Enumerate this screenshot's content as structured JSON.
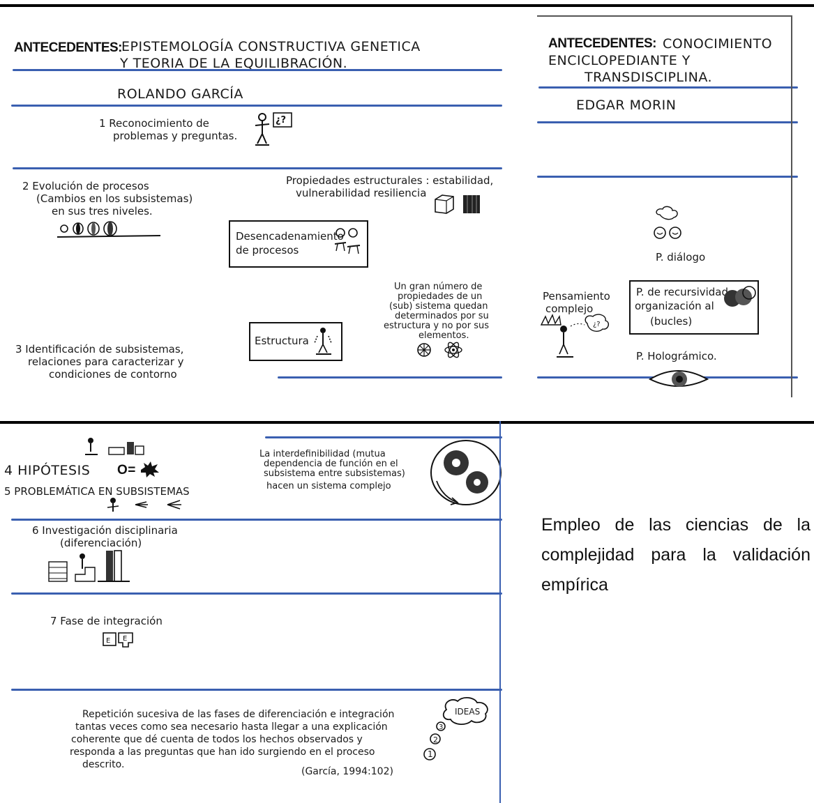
{
  "panel_garcia": {
    "label": "ANTECEDENTES:",
    "title_line1": "EPISTEMOLOGÍA CONSTRUCTIVA GENETICA",
    "title_line2": "Y TEORIA DE LA EQUILIBRACIÓN.",
    "author": "ROLANDO GARCÍA",
    "step1": "1  Reconocimiento de",
    "step1_b": "problemas y preguntas.",
    "bubble1": "¿?",
    "step2_a": "2  Evolución de procesos",
    "step2_b": "(Cambios en los subsistemas)",
    "step2_c": "en sus tres niveles.",
    "props_a": "Propiedades estructurales : estabilidad,",
    "props_b": "vulnerabilidad resiliencia",
    "desenc_a": "Desencadenamiento",
    "desenc_b": "de procesos",
    "gran_a": "Un gran número de",
    "gran_b": "propiedades de un",
    "gran_c": "(sub) sistema quedan",
    "gran_d": "determinados por su",
    "gran_e": "estructura y no por sus",
    "gran_f": "elementos.",
    "estructura": "Estructura",
    "step3_a": "3  Identificación de subsistemas,",
    "step3_b": "relaciones para caracterizar y",
    "step3_c": "condiciones de contorno"
  },
  "panel_morin": {
    "label": "ANTECEDENTES:",
    "title_line1": "CONOCIMIENTO",
    "title_line2": "ENCICLOPEDIANTE     Y",
    "title_line3": "TRANSDISCIPLINA.",
    "author": "EDGAR  MORIN",
    "dialogo": "P. diálogo",
    "pensamiento_a": "Pensamiento",
    "pensamiento_b": "complejo",
    "recur_a": "P. de recursividad",
    "recur_b": "organización al",
    "recur_c": "(bucles)",
    "holo": "P. Holográmico."
  },
  "panel_lower": {
    "step4": "4  HIPÓTESIS",
    "step4_eq": "O=",
    "step5": "5  PROBLEMÁTICA EN SUBSISTEMAS",
    "inter_a": "La interdefinibilidad (mutua",
    "inter_b": "dependencia de función en el",
    "inter_c": "subsistema entre subsistemas)",
    "inter_d": "hacen un sistema complejo",
    "step6_a": "6  Investigación disciplinaria",
    "step6_b": "(diferenciación)",
    "step7": "7  Fase de integración",
    "rep_a": "Repetición sucesiva de las fases de diferenciación e integración",
    "rep_b": "tantas veces como sea necesario hasta llegar a una explicación",
    "rep_c": "coherente que dé cuenta de todos los hechos observados y",
    "rep_d": "responda a las preguntas que han ido surgiendo en el proceso",
    "rep_e": "descrito.",
    "citation": "(García, 1994:102)",
    "ideas": "IDEAS",
    "n1": "1",
    "n2": "2",
    "n3": "3"
  },
  "caption": {
    "text": "Empleo de las ciencias de la complejidad para la validación empírica"
  },
  "colors": {
    "line_blue": "#3a5fb0",
    "ink": "#111111"
  }
}
